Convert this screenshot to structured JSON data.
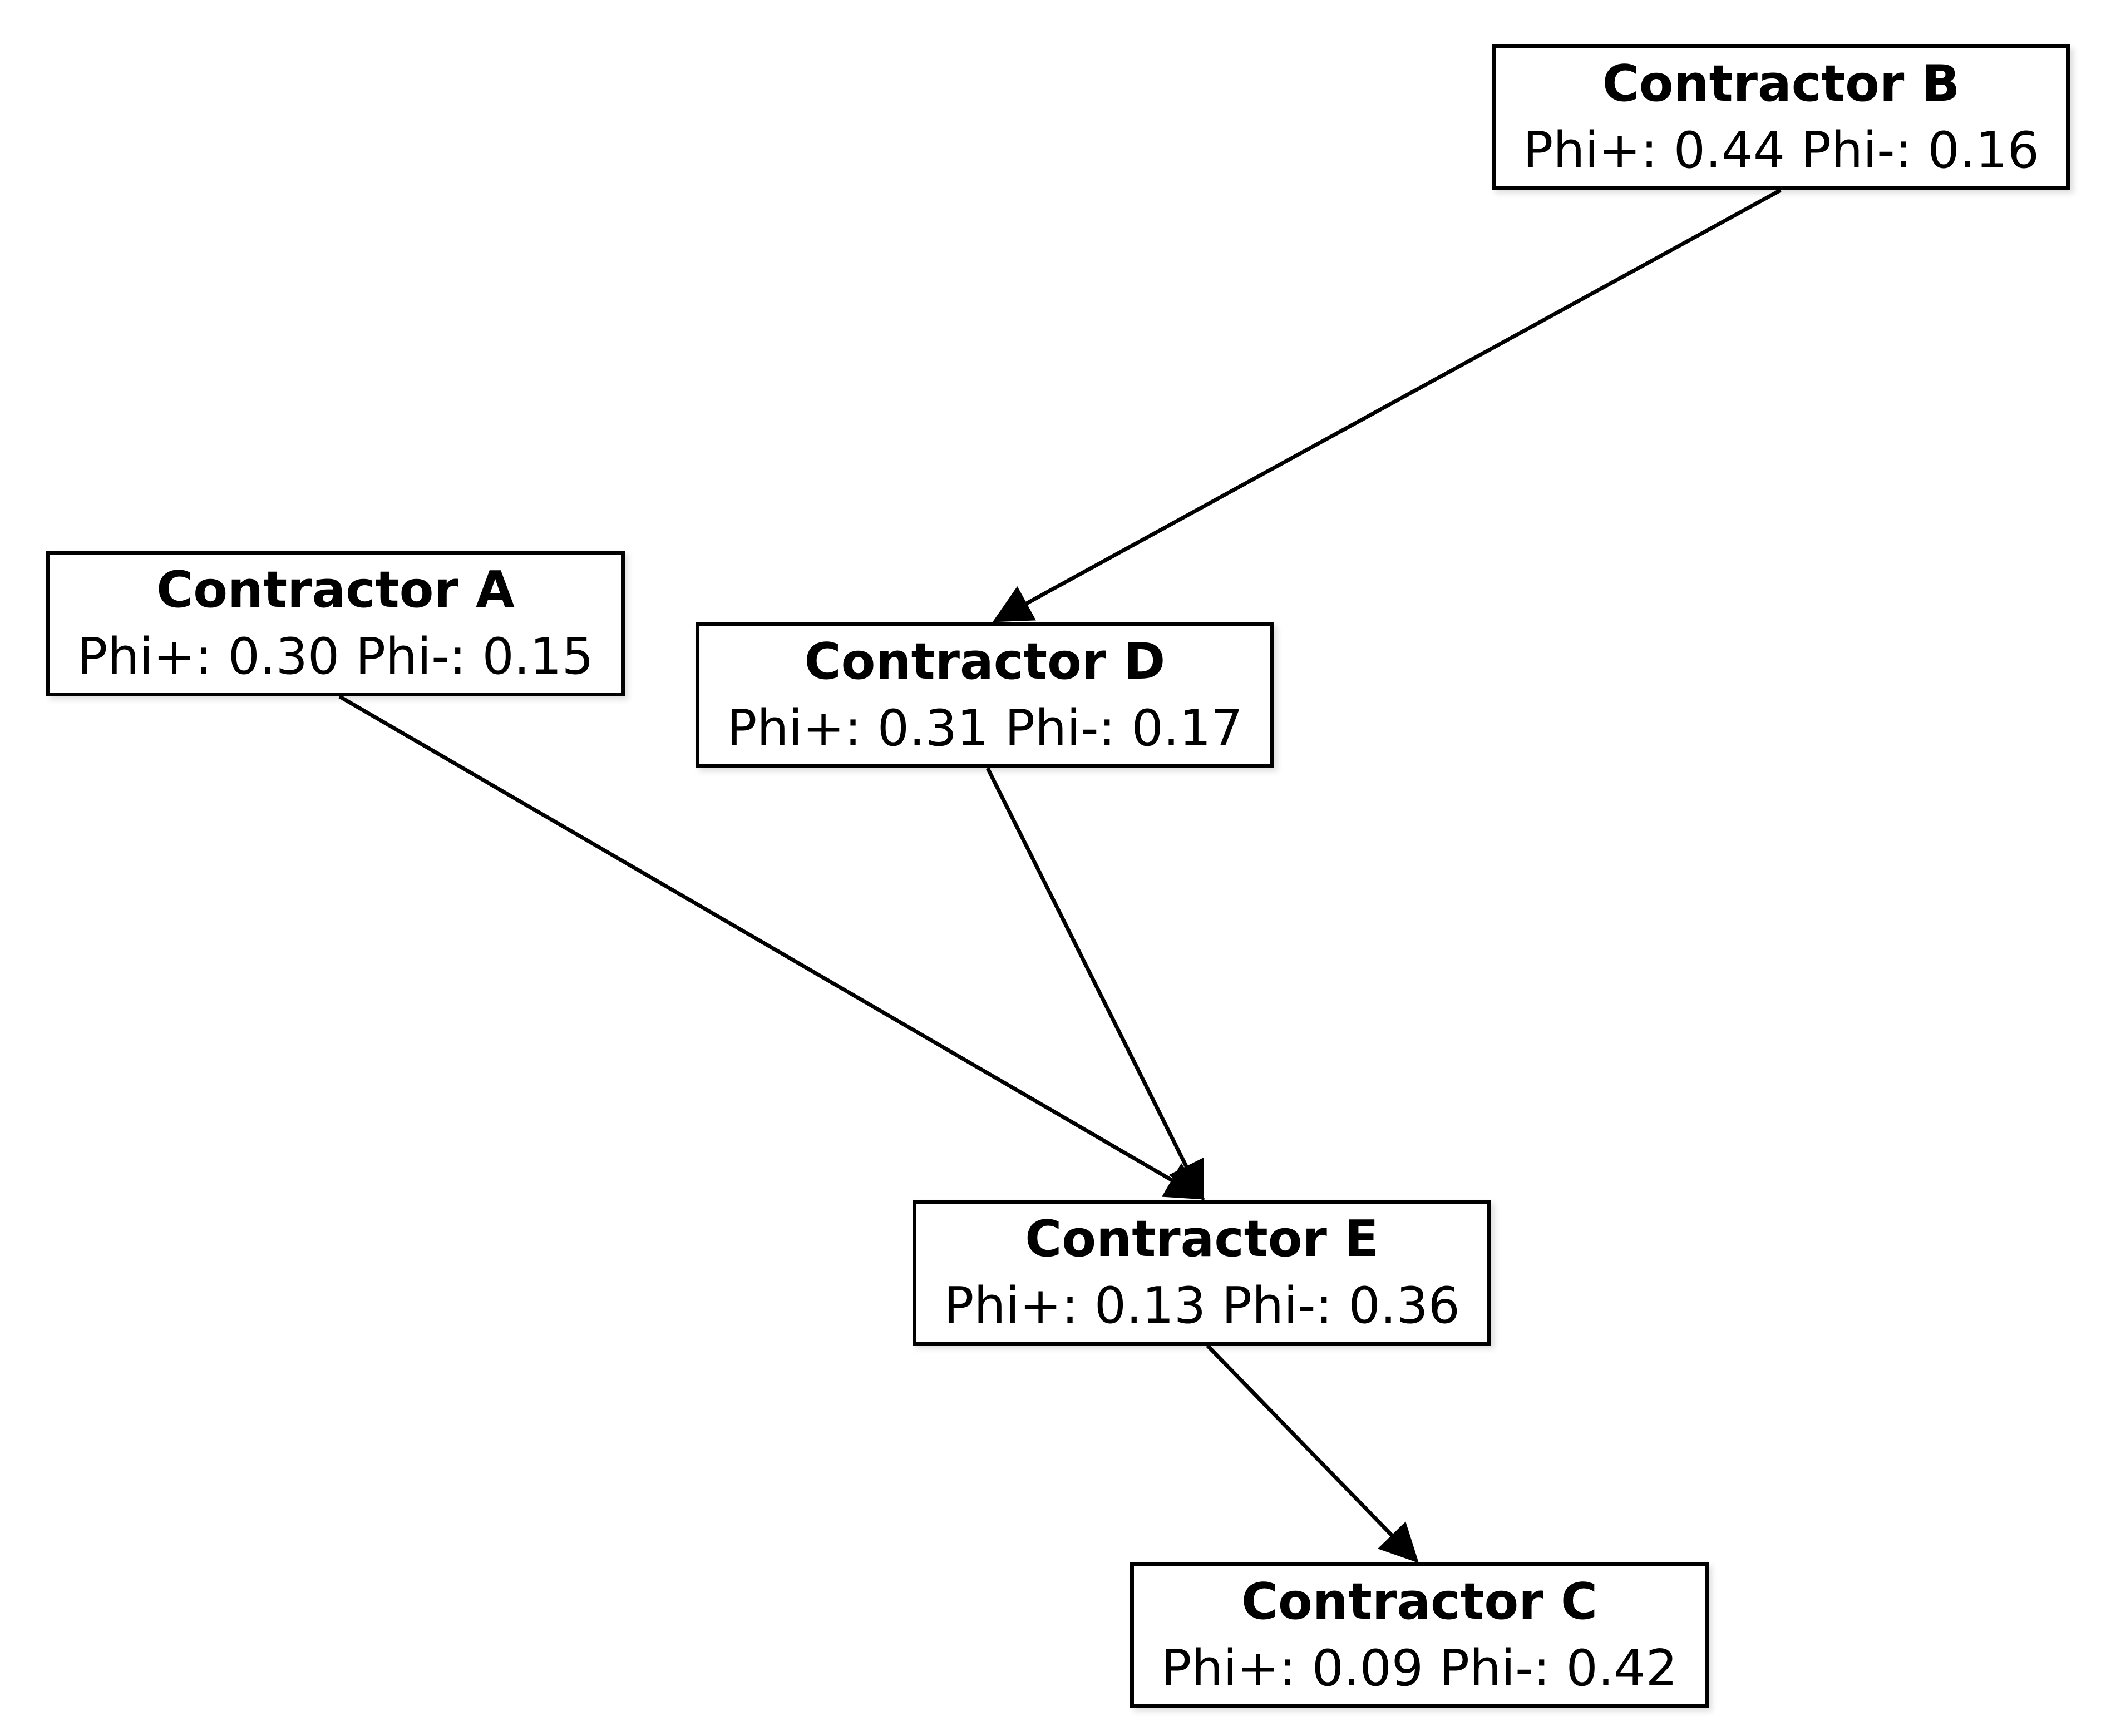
{
  "nodes": [
    {
      "id": "b",
      "title": "Contractor B",
      "phi_plus_label": "Phi+:",
      "phi_plus": "0.44",
      "phi_minus_label": "Phi-:",
      "phi_minus": "0.16"
    },
    {
      "id": "a",
      "title": "Contractor A",
      "phi_plus_label": "Phi+:",
      "phi_plus": "0.30",
      "phi_minus_label": "Phi-:",
      "phi_minus": "0.15"
    },
    {
      "id": "d",
      "title": "Contractor D",
      "phi_plus_label": "Phi+:",
      "phi_plus": "0.31",
      "phi_minus_label": "Phi-:",
      "phi_minus": "0.17"
    },
    {
      "id": "e",
      "title": "Contractor E",
      "phi_plus_label": "Phi+:",
      "phi_plus": "0.13",
      "phi_minus_label": "Phi-:",
      "phi_minus": "0.36"
    },
    {
      "id": "c",
      "title": "Contractor C",
      "phi_plus_label": "Phi+:",
      "phi_plus": "0.09",
      "phi_minus_label": "Phi-:",
      "phi_minus": "0.42"
    }
  ],
  "edges": [
    {
      "from": "b",
      "to": "d"
    },
    {
      "from": "a",
      "to": "e"
    },
    {
      "from": "d",
      "to": "e"
    },
    {
      "from": "e",
      "to": "c"
    }
  ],
  "colors": {
    "stroke": "#000000",
    "background": "#ffffff"
  }
}
